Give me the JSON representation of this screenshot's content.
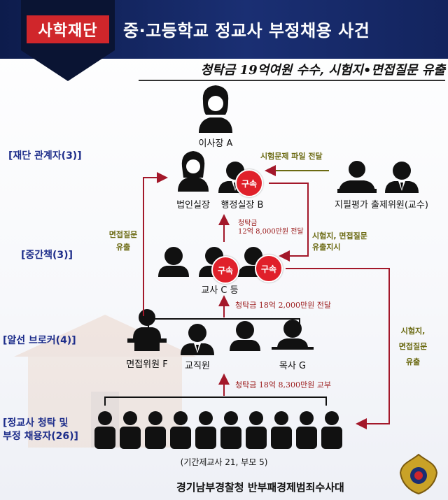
{
  "header": {
    "tag": "사학재단",
    "title": "중·고등학교 정교사 부정채용 사건",
    "subtitle": "청탁금 19억여원 수수, 시험지•면접질문 유출"
  },
  "roles": {
    "foundation": "[재단 관계자(3)]",
    "middle": "[중간책(3)]",
    "broker": "[알선 브로커(4)]",
    "applicants": "[정교사 청탁 및\n부정 채용자(26)]"
  },
  "people": {
    "chairman": "이사장 A",
    "corp_chief": "법인실장",
    "admin_chief": "행정실장 B",
    "examiners": "지필평가 출제위원(교수)",
    "teachers": "교사 C 등",
    "interviewer": "면접위원 F",
    "staff": "교직원",
    "pastor": "목사 G",
    "applicants": "(기간제교사 21, 부모 5)"
  },
  "badges": {
    "arrest": "구속"
  },
  "notes": {
    "exam_file": "시험문제 파일 전달",
    "bribe_to_b_line1": "청탁금",
    "bribe_to_b_line2": "12억 8,000만원 전달",
    "interview_leak_line1": "면접질문",
    "interview_leak_line2": "유출",
    "exam_leak_order_line1": "시험지, 면접질문",
    "exam_leak_order_line2": "유출지시",
    "bribe_to_c": "청탁금 18억 2,000만원 전달",
    "exam_leak_line1": "시험지,",
    "exam_leak_line2": "면접질문",
    "exam_leak_line3": "유출",
    "bribe_paid": "청탁금 18억 8,300만원 교부"
  },
  "footer": "경기남부경찰청 반부패경제범죄수사대",
  "colors": {
    "header_bg": "#13245e",
    "accent_red": "#d0262b",
    "arrow_red": "#a3182a",
    "role_blue": "#1d2d8a",
    "note_olive": "#6b6a12"
  }
}
